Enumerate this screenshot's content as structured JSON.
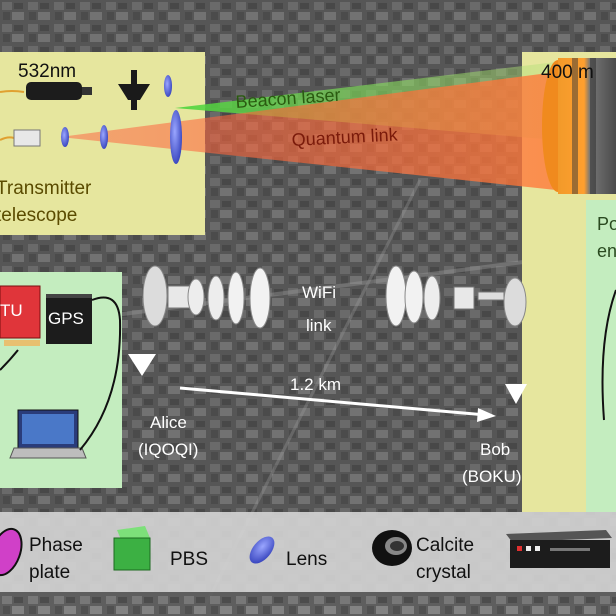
{
  "transmitter": {
    "wavelength": "532nm",
    "title_line1": "Transmitter",
    "title_line2": "telescope"
  },
  "receiver": {
    "wavelength": "400 m",
    "panel_line1": "Po",
    "panel_line2": "en"
  },
  "beams": {
    "beacon": "Beacon laser",
    "quantum": "Quantum link"
  },
  "wifi": {
    "line1": "WiFi",
    "line2": "link"
  },
  "distance": "1.2 km",
  "alice": {
    "gps": "GPS",
    "tu": "TU",
    "name": "Alice",
    "institute": "(IQOQI)"
  },
  "bob": {
    "name": "Bob",
    "institute": "(BOKU)"
  },
  "legend": [
    {
      "icon": "phase-plate-icon",
      "line1": "Phase",
      "line2": "plate"
    },
    {
      "icon": "pbs-cube-icon",
      "line1": "PBS",
      "line2": ""
    },
    {
      "icon": "lens-icon",
      "line1": "Lens",
      "line2": ""
    },
    {
      "icon": "calcite-crystal-icon",
      "line1": "Calcite",
      "line2": "crystal"
    },
    {
      "icon": "time-tagging-unit-icon",
      "line1": "",
      "line2": ""
    }
  ],
  "colors": {
    "panel_yellow": "#e6e69e",
    "panel_green": "#c4edbf",
    "beacon_green": "#49d43a",
    "quantum_red": "#ff5a3c",
    "legend_bar": "#d2d2d2",
    "lens_blue": "#4a57d6"
  }
}
